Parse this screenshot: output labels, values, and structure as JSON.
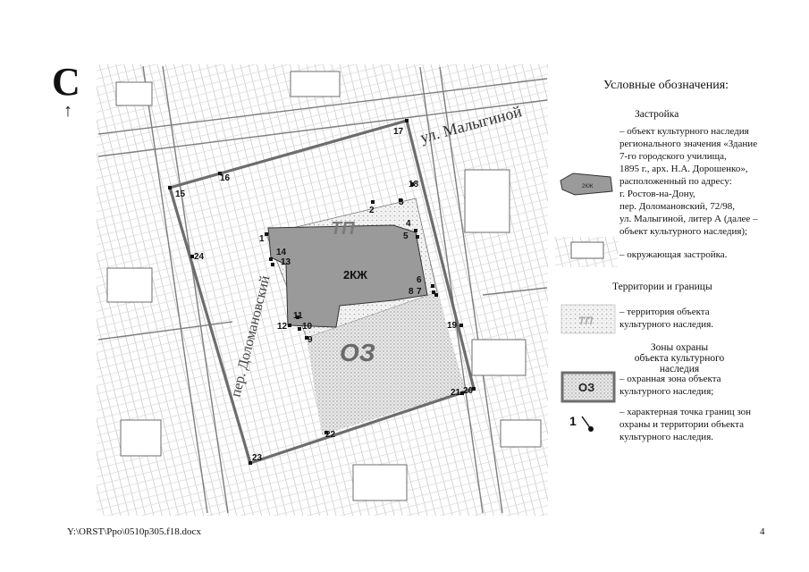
{
  "north": {
    "letter": "С"
  },
  "map": {
    "labels": {
      "tp": "ТП",
      "building": "2КЖ",
      "oz": "ОЗ",
      "street_malyginoy": "ул. Малыгиной",
      "street_dolomanovsky": "пер. Доломановский"
    },
    "points": [
      "1",
      "2",
      "3",
      "4",
      "5",
      "6",
      "7",
      "8",
      "9",
      "10",
      "11",
      "12",
      "13",
      "14",
      "15",
      "16",
      "17",
      "18",
      "19",
      "20",
      "21",
      "22",
      "23",
      "24"
    ]
  },
  "legend": {
    "title": "Условные обозначения:",
    "section_building": "Застройка",
    "heritage_object_lines": [
      "– объект культурного наследия",
      "регионального значения «Здание",
      "7-го городского училища,",
      "1895 г., арх. Н.А. Дорошенко»,",
      "расположенный по адресу:",
      "г. Ростов-на-Дону,",
      "пер. Доломановский, 72/98,",
      "ул. Малыгиной, литер А (далее –",
      "объект культурного наследия);"
    ],
    "surrounding": "– окружающая застройка.",
    "section_territories": "Территории и границы",
    "territory_lines": [
      "– территория объекта",
      "культурного наследия."
    ],
    "territory_swatch_label": "ТП",
    "section_zones_line1": "Зоны охраны",
    "section_zones_line2": "объекта культурного наследия",
    "zone_lines": [
      "– охранная зона объекта",
      "культурного наследия;"
    ],
    "zone_swatch_label": "ОЗ",
    "point_lines": [
      "– характерная точка границ зон",
      "охраны и территории объекта",
      "культурного наследия."
    ],
    "point_example": "1"
  },
  "footer": {
    "path": "Y:\\ORST\\Ppo\\0510p305.f18.docx",
    "page": "4"
  },
  "colors": {
    "building_fill": "#9a9a9a",
    "zone_border": "#6d6d6d",
    "territory_fill": "#d9d9d9",
    "map_texture": "#c8c8c8"
  }
}
